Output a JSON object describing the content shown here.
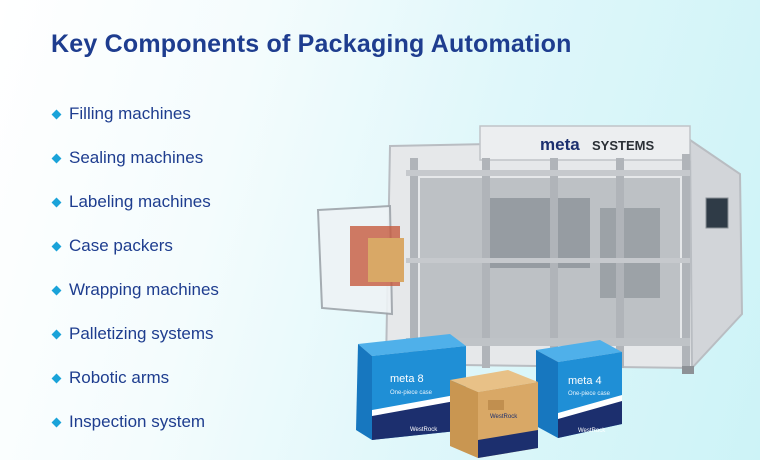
{
  "heading": "Key Components of Packaging Automation",
  "components": [
    {
      "label": "Filling machines"
    },
    {
      "label": "Sealing machines"
    },
    {
      "label": "Labeling machines"
    },
    {
      "label": "Case packers"
    },
    {
      "label": "Wrapping machines"
    },
    {
      "label": "Palletizing systems"
    },
    {
      "label": "Robotic arms"
    },
    {
      "label": "Inspection system"
    }
  ],
  "machine_brand": {
    "logo": "meta",
    "name": "SYSTEMS"
  },
  "boxes": {
    "blue_left": {
      "model": "meta 8",
      "tagline": "One-piece case",
      "maker": "WestRock"
    },
    "blue_right": {
      "model": "meta 4",
      "tagline": "One-piece case",
      "maker": "WestRock"
    },
    "kraft": {
      "maker": "WestRock"
    }
  },
  "colors": {
    "heading": "#1e3d8f",
    "bullet": "#1aa3d9",
    "box_blue": "#1f8fd6",
    "box_navy": "#1c2f6e",
    "kraft": "#d9a866",
    "frame": "#c8cbcf"
  }
}
